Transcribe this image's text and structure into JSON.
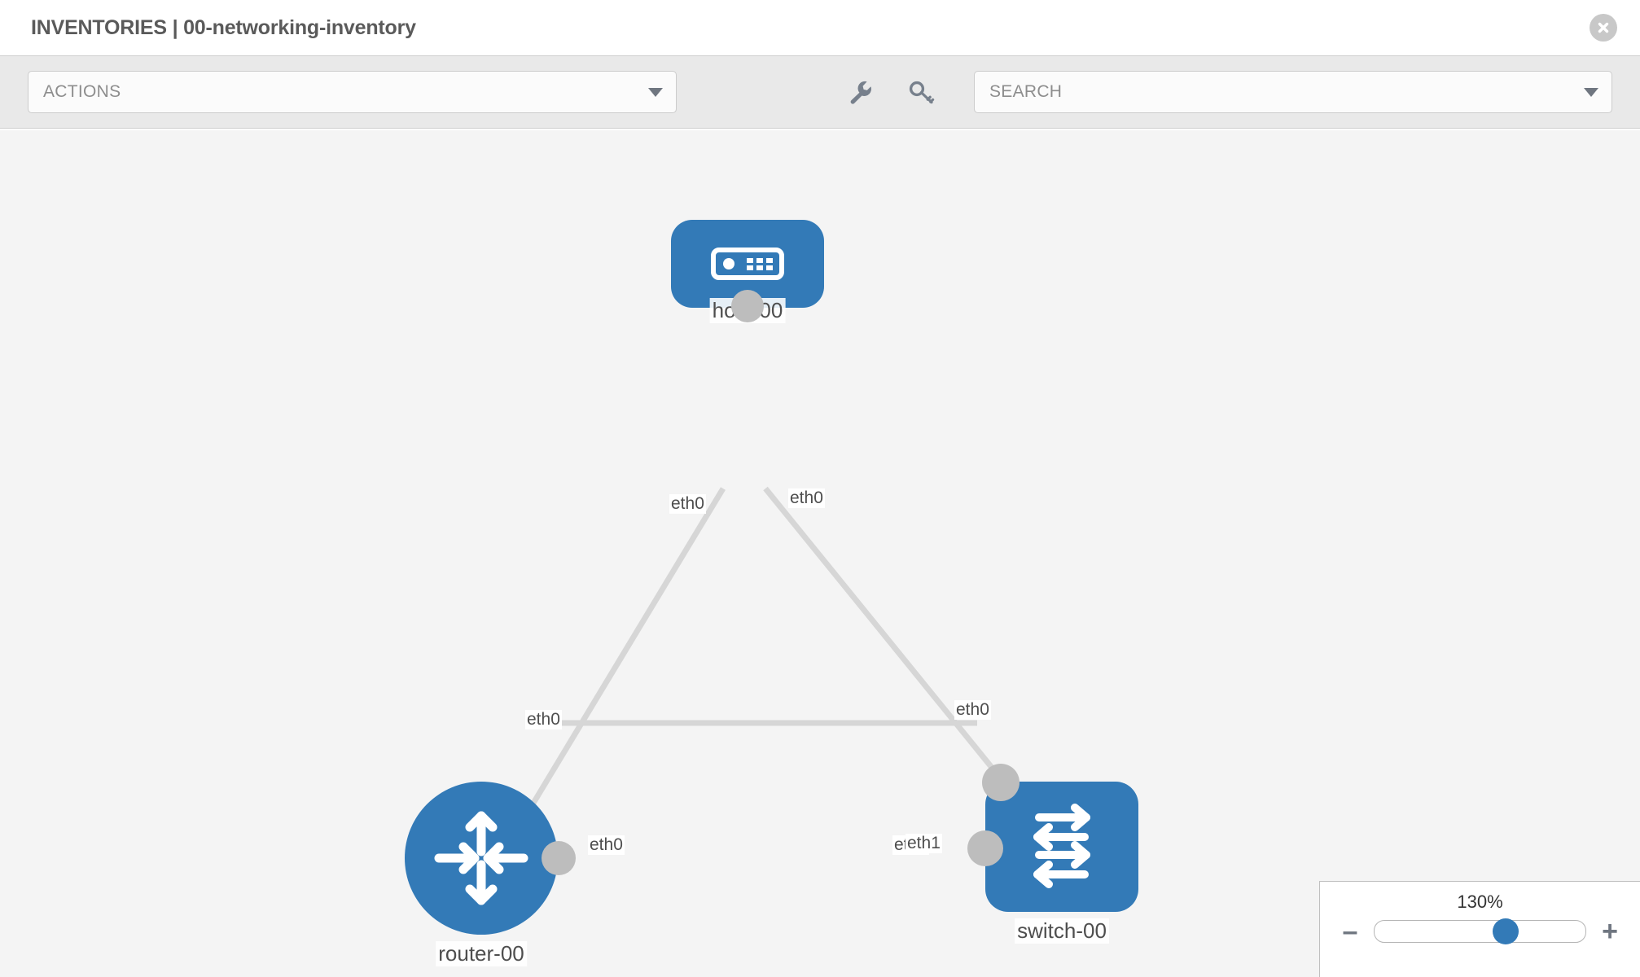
{
  "header": {
    "title": "INVENTORIES | 00-networking-inventory",
    "close_icon": "close-circle-icon"
  },
  "toolbar": {
    "actions_label": "ACTIONS",
    "actions_caret": "chevron-down-icon",
    "wrench_icon": "wrench-icon",
    "key_icon": "key-icon",
    "search_placeholder": "SEARCH",
    "search_caret": "chevron-down-icon"
  },
  "topology": {
    "accent_color": "#337ab7",
    "edge_color": "#d6d6d6",
    "nub_color": "#bdbdbd",
    "canvas_color": "#f4f4f4",
    "nodes": [
      {
        "id": "host-00",
        "label": "host-00",
        "type": "host",
        "icon": "server-device-icon"
      },
      {
        "id": "router-00",
        "label": "router-00",
        "type": "router",
        "icon": "four-arrows-inward-icon"
      },
      {
        "id": "switch-00",
        "label": "switch-00",
        "type": "switch",
        "icon": "bidirectional-arrows-icon"
      }
    ],
    "links": [
      {
        "from": "host-00",
        "to": "router-00",
        "from_port": "eth0",
        "to_port": "eth0"
      },
      {
        "from": "host-00",
        "to": "switch-00",
        "from_port": "eth0",
        "to_port": "eth0"
      },
      {
        "from": "router-00",
        "to": "switch-00",
        "from_port": "eth0",
        "to_port": "eth1"
      }
    ],
    "port_labels": {
      "host_left": "eth0",
      "host_right": "eth0",
      "router_up": "eth0",
      "switch_up": "eth0",
      "router_right": "eth0",
      "switch_left_under": "eth0",
      "switch_left_over": "eth1"
    }
  },
  "zoom": {
    "value_label": "130%",
    "minus_label": "–",
    "plus_label": "+",
    "thumb_percent": 62
  }
}
